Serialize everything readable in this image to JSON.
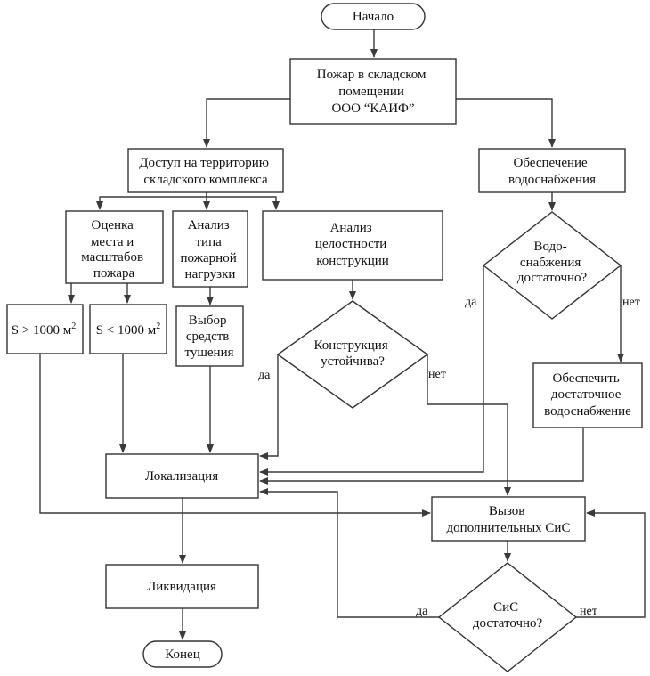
{
  "nodes": {
    "start": "Начало",
    "fire": [
      "Пожар в складском",
      "помещении",
      "ООО “КАИФ”"
    ],
    "access": [
      "Доступ на территорию",
      "складского комплекса"
    ],
    "water": [
      "Обеспечение",
      "водоснабжения"
    ],
    "assess": [
      "Оценка",
      "места и",
      "масштабов",
      "пожара"
    ],
    "load": [
      "Анализ",
      "типа",
      "пожарной",
      "нагрузки"
    ],
    "structure": [
      "Анализ",
      "целостности",
      "конструкции"
    ],
    "water_ok": [
      "Водо-",
      "снабжения",
      "достаточно?"
    ],
    "s_big": [
      "S > 1000 м",
      "2"
    ],
    "s_small": [
      "S < 1000 м",
      "2"
    ],
    "means": [
      "Выбор",
      "средств",
      "тушения"
    ],
    "stable": [
      "Конструкция",
      "устойчива?"
    ],
    "ensure_water": [
      "Обеспечить",
      "достаточное",
      "водоснабжение"
    ],
    "localization": "Локализация",
    "call": [
      "Вызов",
      "дополнительных СиС"
    ],
    "liquidation": "Ликвидация",
    "sis_ok": [
      "СиС",
      "достаточно?"
    ],
    "end": "Конец"
  },
  "labels": {
    "yes": "да",
    "no": "нет"
  }
}
